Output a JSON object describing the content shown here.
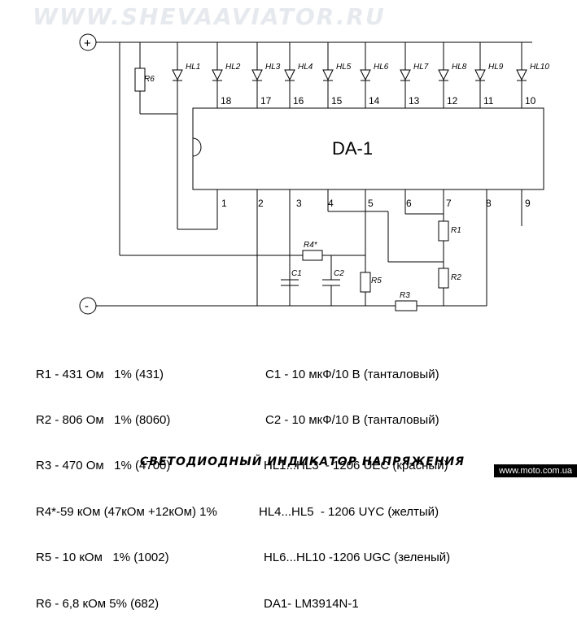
{
  "header": {
    "watermark": "WWW.SHEVAAVIATOR.RU"
  },
  "ic": {
    "name": "DA-1",
    "top_pins": [
      "18",
      "17",
      "16",
      "15",
      "14",
      "13",
      "12",
      "11",
      "10"
    ],
    "bottom_pins": [
      "1",
      "2",
      "3",
      "4",
      "5",
      "6",
      "7",
      "8",
      "9"
    ]
  },
  "leds": [
    "HL1",
    "HL2",
    "HL3",
    "HL4",
    "HL5",
    "HL6",
    "HL7",
    "HL8",
    "HL9",
    "HL10"
  ],
  "components": {
    "r1": "R1",
    "r2": "R2",
    "r3": "R3",
    "r4": "R4*",
    "r5": "R5",
    "r6": "R6",
    "c1": "C1",
    "c2": "C2"
  },
  "terminals": {
    "plus": "+",
    "minus": "-"
  },
  "parts_left": [
    "R1 - 431 Ом   1% (431)",
    "R2 - 806 Ом   1% (8060)",
    "R3 - 470 Ом   1% (4700)",
    "R4*-59 кОм (47кОм +12кОм) 1%",
    "R5 - 10 кОм   1% (1002)",
    "R6 - 6,8 кОм 5% (682)"
  ],
  "parts_right": [
    "C1 - 10 мкФ/10 В (танталовый)",
    "C2 - 10 мкФ/10 В (танталовый)",
    "HL1...HL3  - 1206 UEC (красный)",
    "HL4...HL5  - 1206 UYC (желтый)",
    "HL6...HL10 -1206 UGC (зеленый)",
    "DA1- LM3914N-1"
  ],
  "caption": "СВЕТОДИОДНЫЙ ИНДИКАТОР НАПРЯЖЕНИЯ",
  "site": "www.moto.com.ua"
}
